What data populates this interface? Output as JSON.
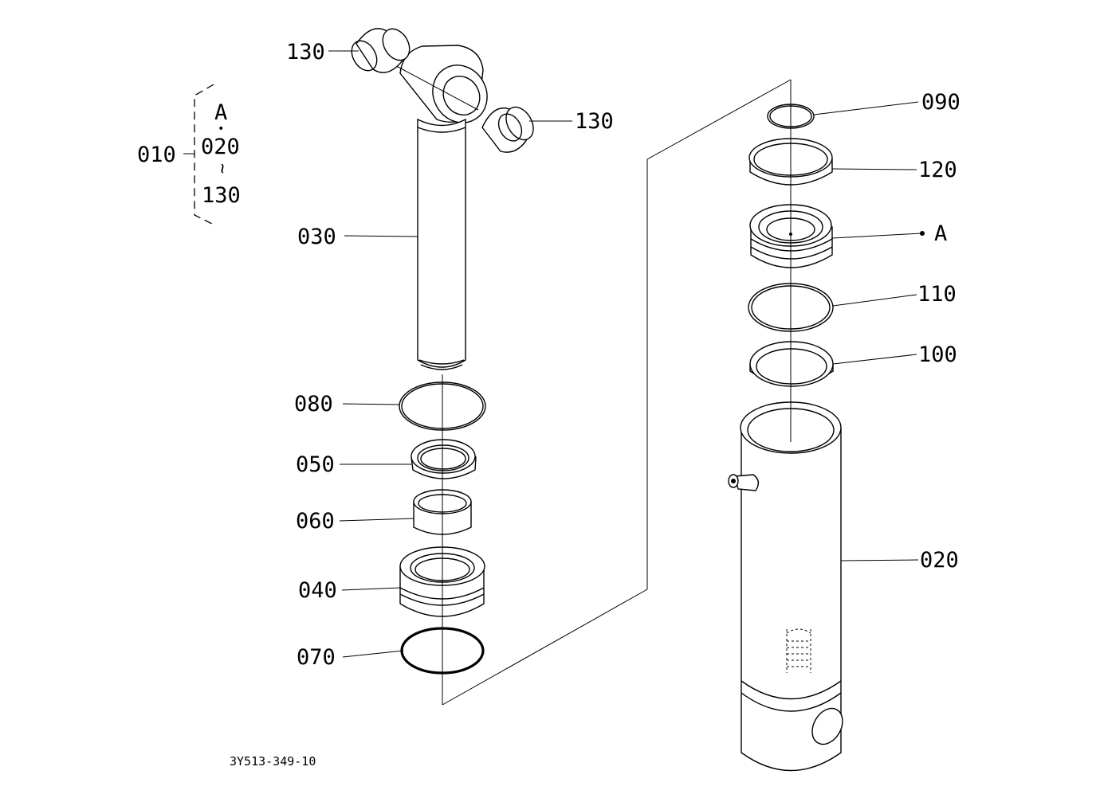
{
  "labels": {
    "p130_top": "130",
    "p130_right": "130",
    "p010": "010",
    "bracket_a": "A",
    "bracket_dot": "•",
    "bracket_020": "020",
    "bracket_tilde": "~",
    "bracket_130": "130",
    "p030": "030",
    "p080": "080",
    "p050": "050",
    "p060": "060",
    "p040": "040",
    "p070": "070",
    "p090": "090",
    "p120": "120",
    "pA": "A",
    "p110": "110",
    "p100": "100",
    "p020": "020"
  },
  "drawing_number": "3Y513-349-10"
}
